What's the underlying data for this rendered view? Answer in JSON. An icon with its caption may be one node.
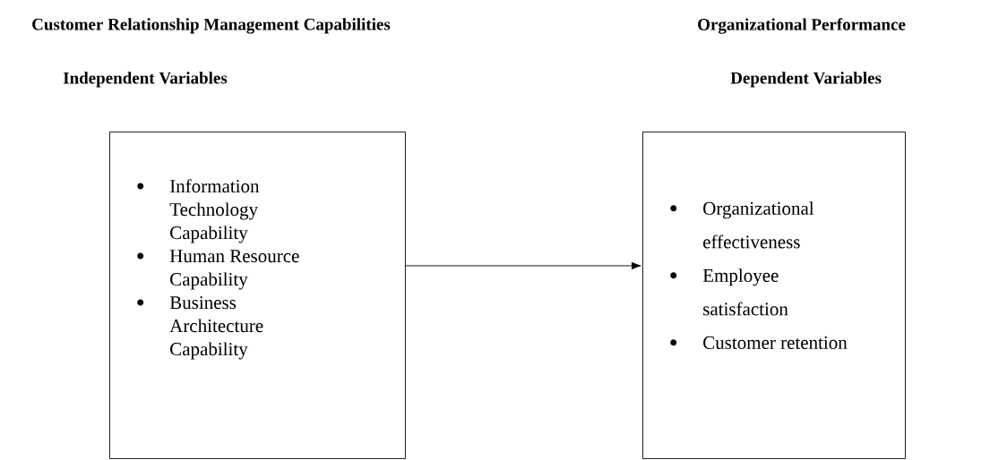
{
  "diagram": {
    "nodes": [
      {
        "text": [
          "Information Technology Capability",
          "Human Resource Capability",
          "Business Architecture Capability"
        ]
      },
      {
        "text": [
          "Organizational effectiveness",
          "Employee satisfaction",
          "Customer retention"
        ]
      }
    ],
    "edges": [
      {
        "from": 0,
        "to": 1,
        "arrow": "to"
      }
    ],
    "labels": [
      "Customer Relationship Management Capabilities",
      "Organizational Performance",
      "Independent Variables",
      "Dependent Variables"
    ]
  }
}
